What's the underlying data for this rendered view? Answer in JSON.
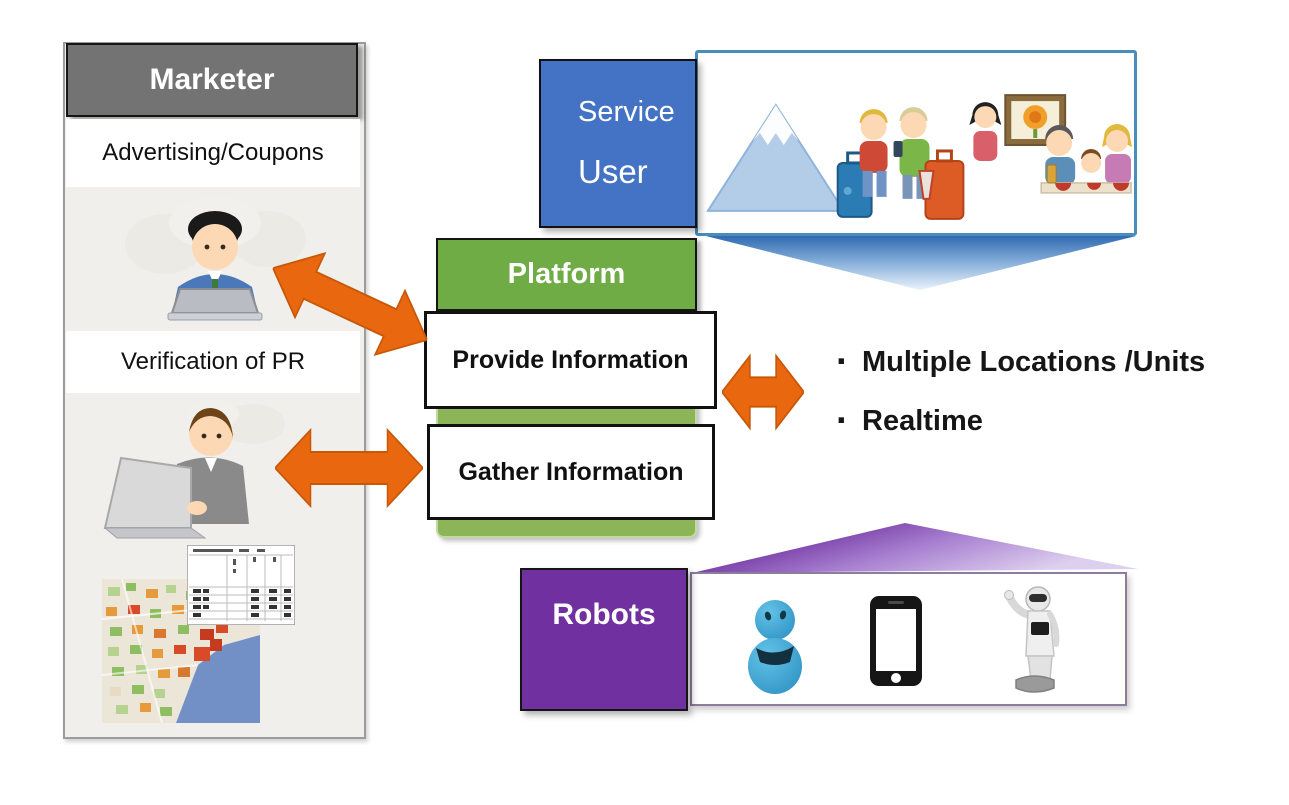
{
  "marketer": {
    "title": "Marketer",
    "advertising_label": "Advertising/Coupons",
    "verification_label": "Verification of PR"
  },
  "service_user": {
    "line1": "Service",
    "line2": "User"
  },
  "platform": {
    "title": "Platform",
    "provide_label": "Provide Information",
    "gather_label": "Gather Information"
  },
  "features": {
    "items": [
      {
        "bullet": "·",
        "label": "Multiple Locations /Units"
      },
      {
        "bullet": "·",
        "label": "Realtime"
      }
    ]
  },
  "robots": {
    "title": "Robots"
  },
  "icons": {
    "marketer_person": "marketer-at-laptop-illustration",
    "analyst_person": "analyst-at-laptop-illustration",
    "map": "heatmap-map-illustration",
    "table": "data-table-illustration",
    "banner_scene": "tourists-and-family-scene-illustration",
    "mount_fuji": "mount-fuji-icon",
    "robot_blue": "tabletop-robot-icon",
    "smartphone": "smartphone-icon",
    "humanoid": "humanoid-robot-icon",
    "double_arrow": "orange-double-arrow-icon"
  },
  "colors": {
    "marketer_gray": "#737373",
    "service_blue": "#4472C4",
    "platform_green": "#6FAC46",
    "platform_body_green": "#8CB458",
    "robots_purple": "#7030A0",
    "arrow_orange": "#E8670F",
    "banner_border_blue": "#4A8CBA"
  }
}
